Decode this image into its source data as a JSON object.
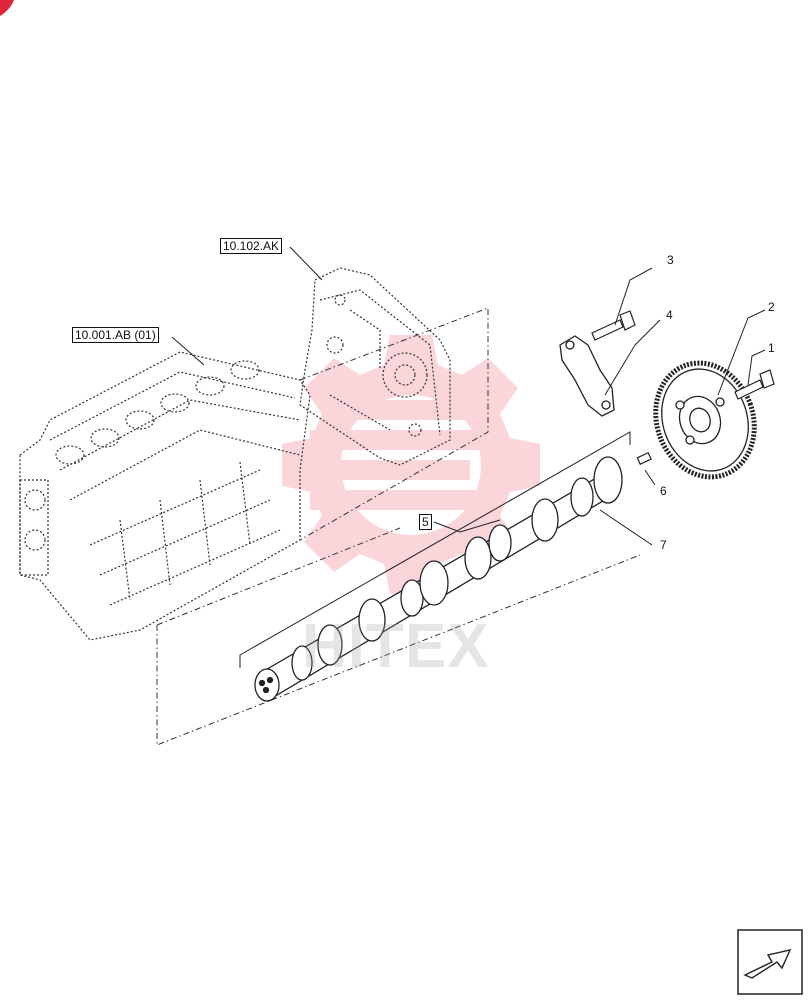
{
  "diagram": {
    "reference_labels": [
      {
        "id": "ref-block",
        "text": "10.001.AB (01)"
      },
      {
        "id": "ref-cover",
        "text": "10.102.AK"
      },
      {
        "id": "ref-camshaft",
        "text": "5"
      }
    ],
    "callouts": [
      {
        "id": "1",
        "text": "1"
      },
      {
        "id": "2",
        "text": "2"
      },
      {
        "id": "3",
        "text": "3"
      },
      {
        "id": "4",
        "text": "4"
      },
      {
        "id": "6",
        "text": "6"
      },
      {
        "id": "7",
        "text": "7"
      }
    ],
    "watermark_text": "HITEX",
    "colors": {
      "line": "#222222",
      "dash": "#333333",
      "watermark": "#f06a7a",
      "corner_mark": "#e0263d"
    }
  }
}
